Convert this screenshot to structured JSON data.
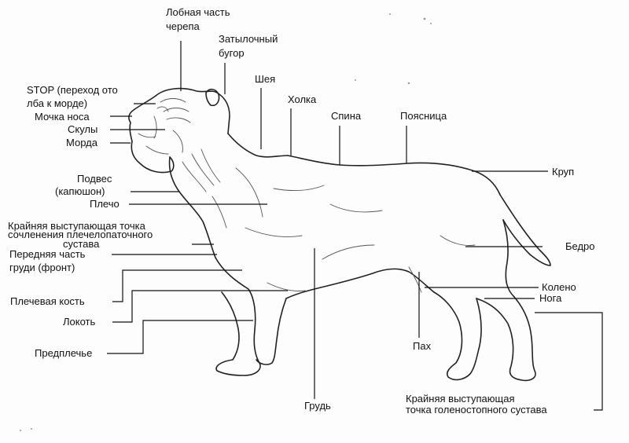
{
  "labels": {
    "frontal": [
      "Лобная часть",
      "черепа"
    ],
    "occipital": [
      "Затылочный",
      "бугор"
    ],
    "neck": "Шея",
    "withers": "Холка",
    "back": "Спина",
    "loin": "Поясница",
    "croup": "Круп",
    "stop": [
      "STOP (переход ото",
      "лба к морде)"
    ],
    "nose": "Мочка носа",
    "cheeks": "Скулы",
    "muzzle": "Морда",
    "dewlap": [
      "Подвес",
      "(капюшон)"
    ],
    "shoulder": "Плечо",
    "shoulder_joint": [
      "Крайняя выступающая точка",
      "сочленения плечелопаточного",
      "сустава"
    ],
    "forechest": [
      "Передняя часть",
      "груди (фронт)"
    ],
    "upper_arm": "Плечевая кость",
    "elbow": "Локоть",
    "forearm": "Предплечье",
    "thigh": "Бедро",
    "stifle": "Колено",
    "leg": "Нога",
    "flank": "Пах",
    "chest": "Грудь",
    "hock": [
      "Крайняя выступающая",
      "точка голеностопного сустава"
    ]
  }
}
